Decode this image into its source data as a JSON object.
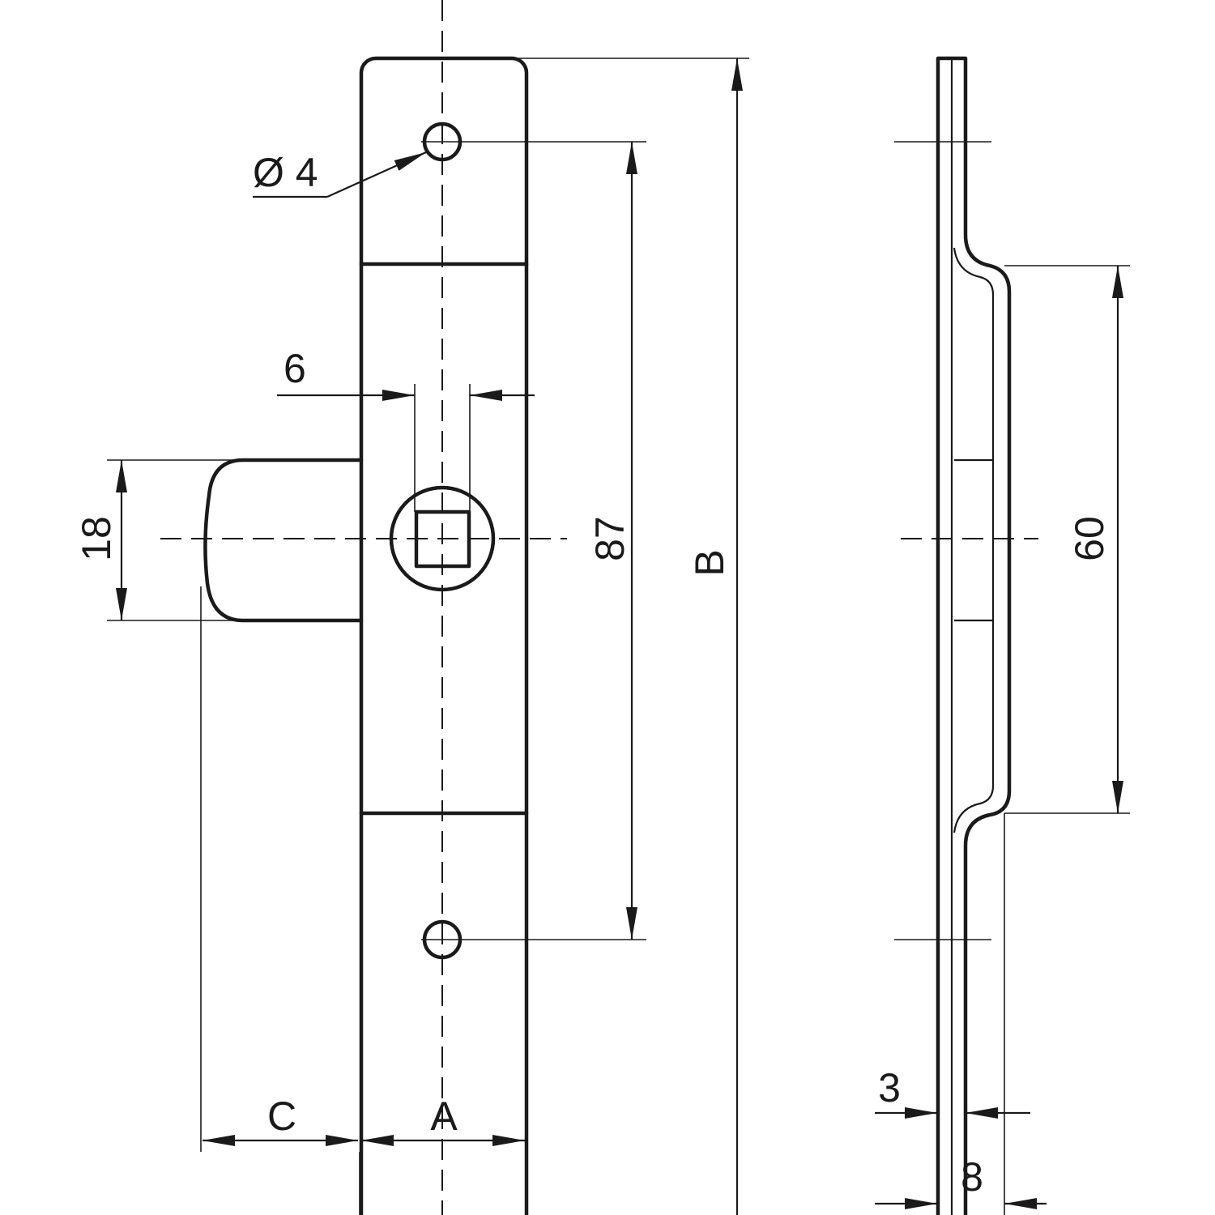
{
  "dimensions": {
    "hole_diameter": "Ø 4",
    "spindle_square": "6",
    "latch_height": "18",
    "hole_spacing": "87",
    "plate_length": "B",
    "latch_projection": "C",
    "plate_width": "A",
    "recess_length": "60",
    "plate_thickness": "3",
    "overall_depth": "8"
  },
  "colors": {
    "line": "#1a1a1a",
    "background": "#ffffff"
  }
}
